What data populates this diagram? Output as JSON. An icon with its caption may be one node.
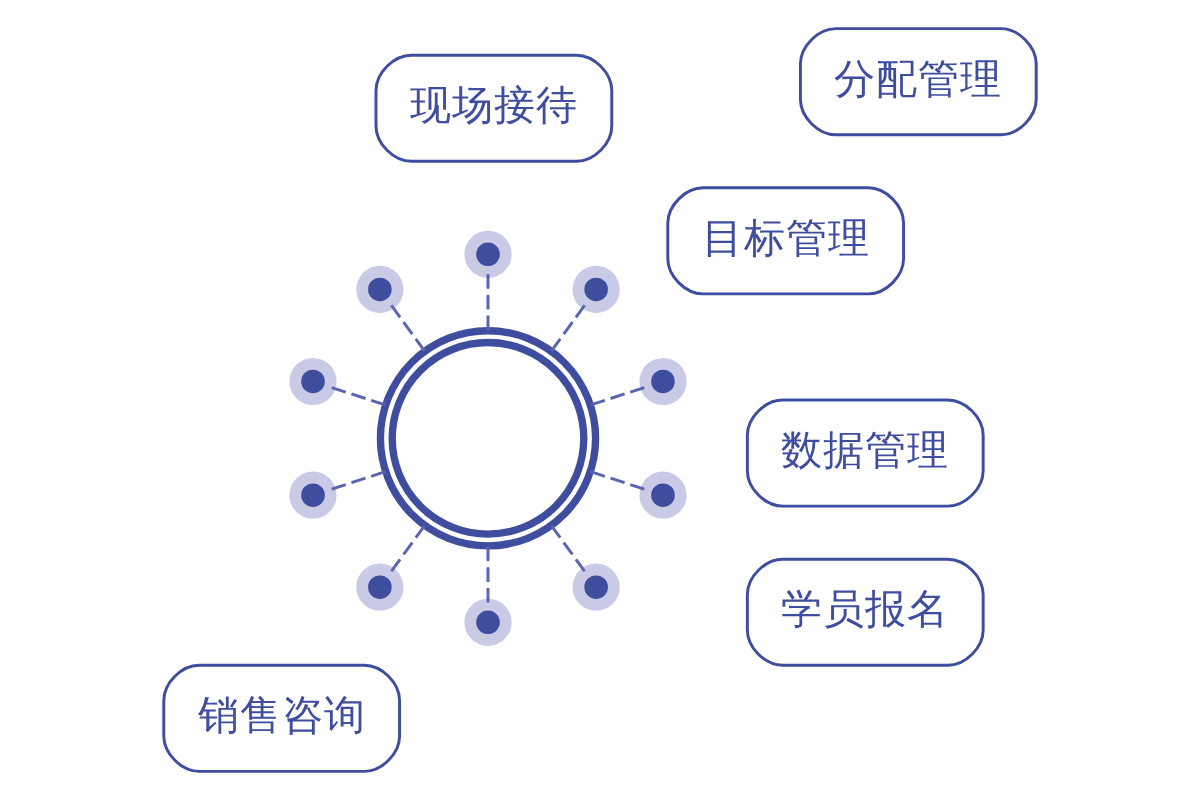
{
  "diagram": {
    "nodes": [
      {
        "text": [],
        "shape": "picture"
      },
      {
        "text": [
          "目标管理"
        ]
      },
      {
        "text": [
          "学员报名"
        ]
      },
      {
        "text": [
          "数据管理"
        ]
      },
      {
        "text": [
          "现场接待"
        ]
      },
      {
        "text": [
          "分配管理"
        ]
      },
      {
        "text": [
          "销售咨询"
        ]
      },
      {
        "text": [],
        "shape": "circle"
      },
      {
        "text": [],
        "shape": "circle"
      },
      {
        "text": [],
        "shape": "circle"
      },
      {
        "text": [],
        "shape": "circle"
      },
      {
        "text": [],
        "shape": "circle"
      },
      {
        "text": [],
        "shape": "circle"
      },
      {
        "text": [],
        "shape": "circle"
      },
      {
        "text": [],
        "shape": "circle"
      },
      {
        "text": [],
        "shape": "circle"
      },
      {
        "text": [],
        "shape": "circle"
      }
    ],
    "edges": [
      {
        "from": 0,
        "to": 7,
        "arrow": "none",
        "style": "dashed"
      },
      {
        "from": 0,
        "to": 8,
        "arrow": "none",
        "style": "dashed"
      },
      {
        "from": 0,
        "to": 9,
        "arrow": "none",
        "style": "dashed"
      },
      {
        "from": 0,
        "to": 10,
        "arrow": "none",
        "style": "dashed"
      },
      {
        "from": 0,
        "to": 11,
        "arrow": "none",
        "style": "dashed"
      },
      {
        "from": 0,
        "to": 12,
        "arrow": "none",
        "style": "dashed"
      },
      {
        "from": 0,
        "to": 13,
        "arrow": "none",
        "style": "dashed"
      },
      {
        "from": 0,
        "to": 14,
        "arrow": "none",
        "style": "dashed"
      },
      {
        "from": 0,
        "to": 15,
        "arrow": "none",
        "style": "dashed"
      },
      {
        "from": 0,
        "to": 16,
        "arrow": "none",
        "style": "dashed"
      }
    ]
  }
}
